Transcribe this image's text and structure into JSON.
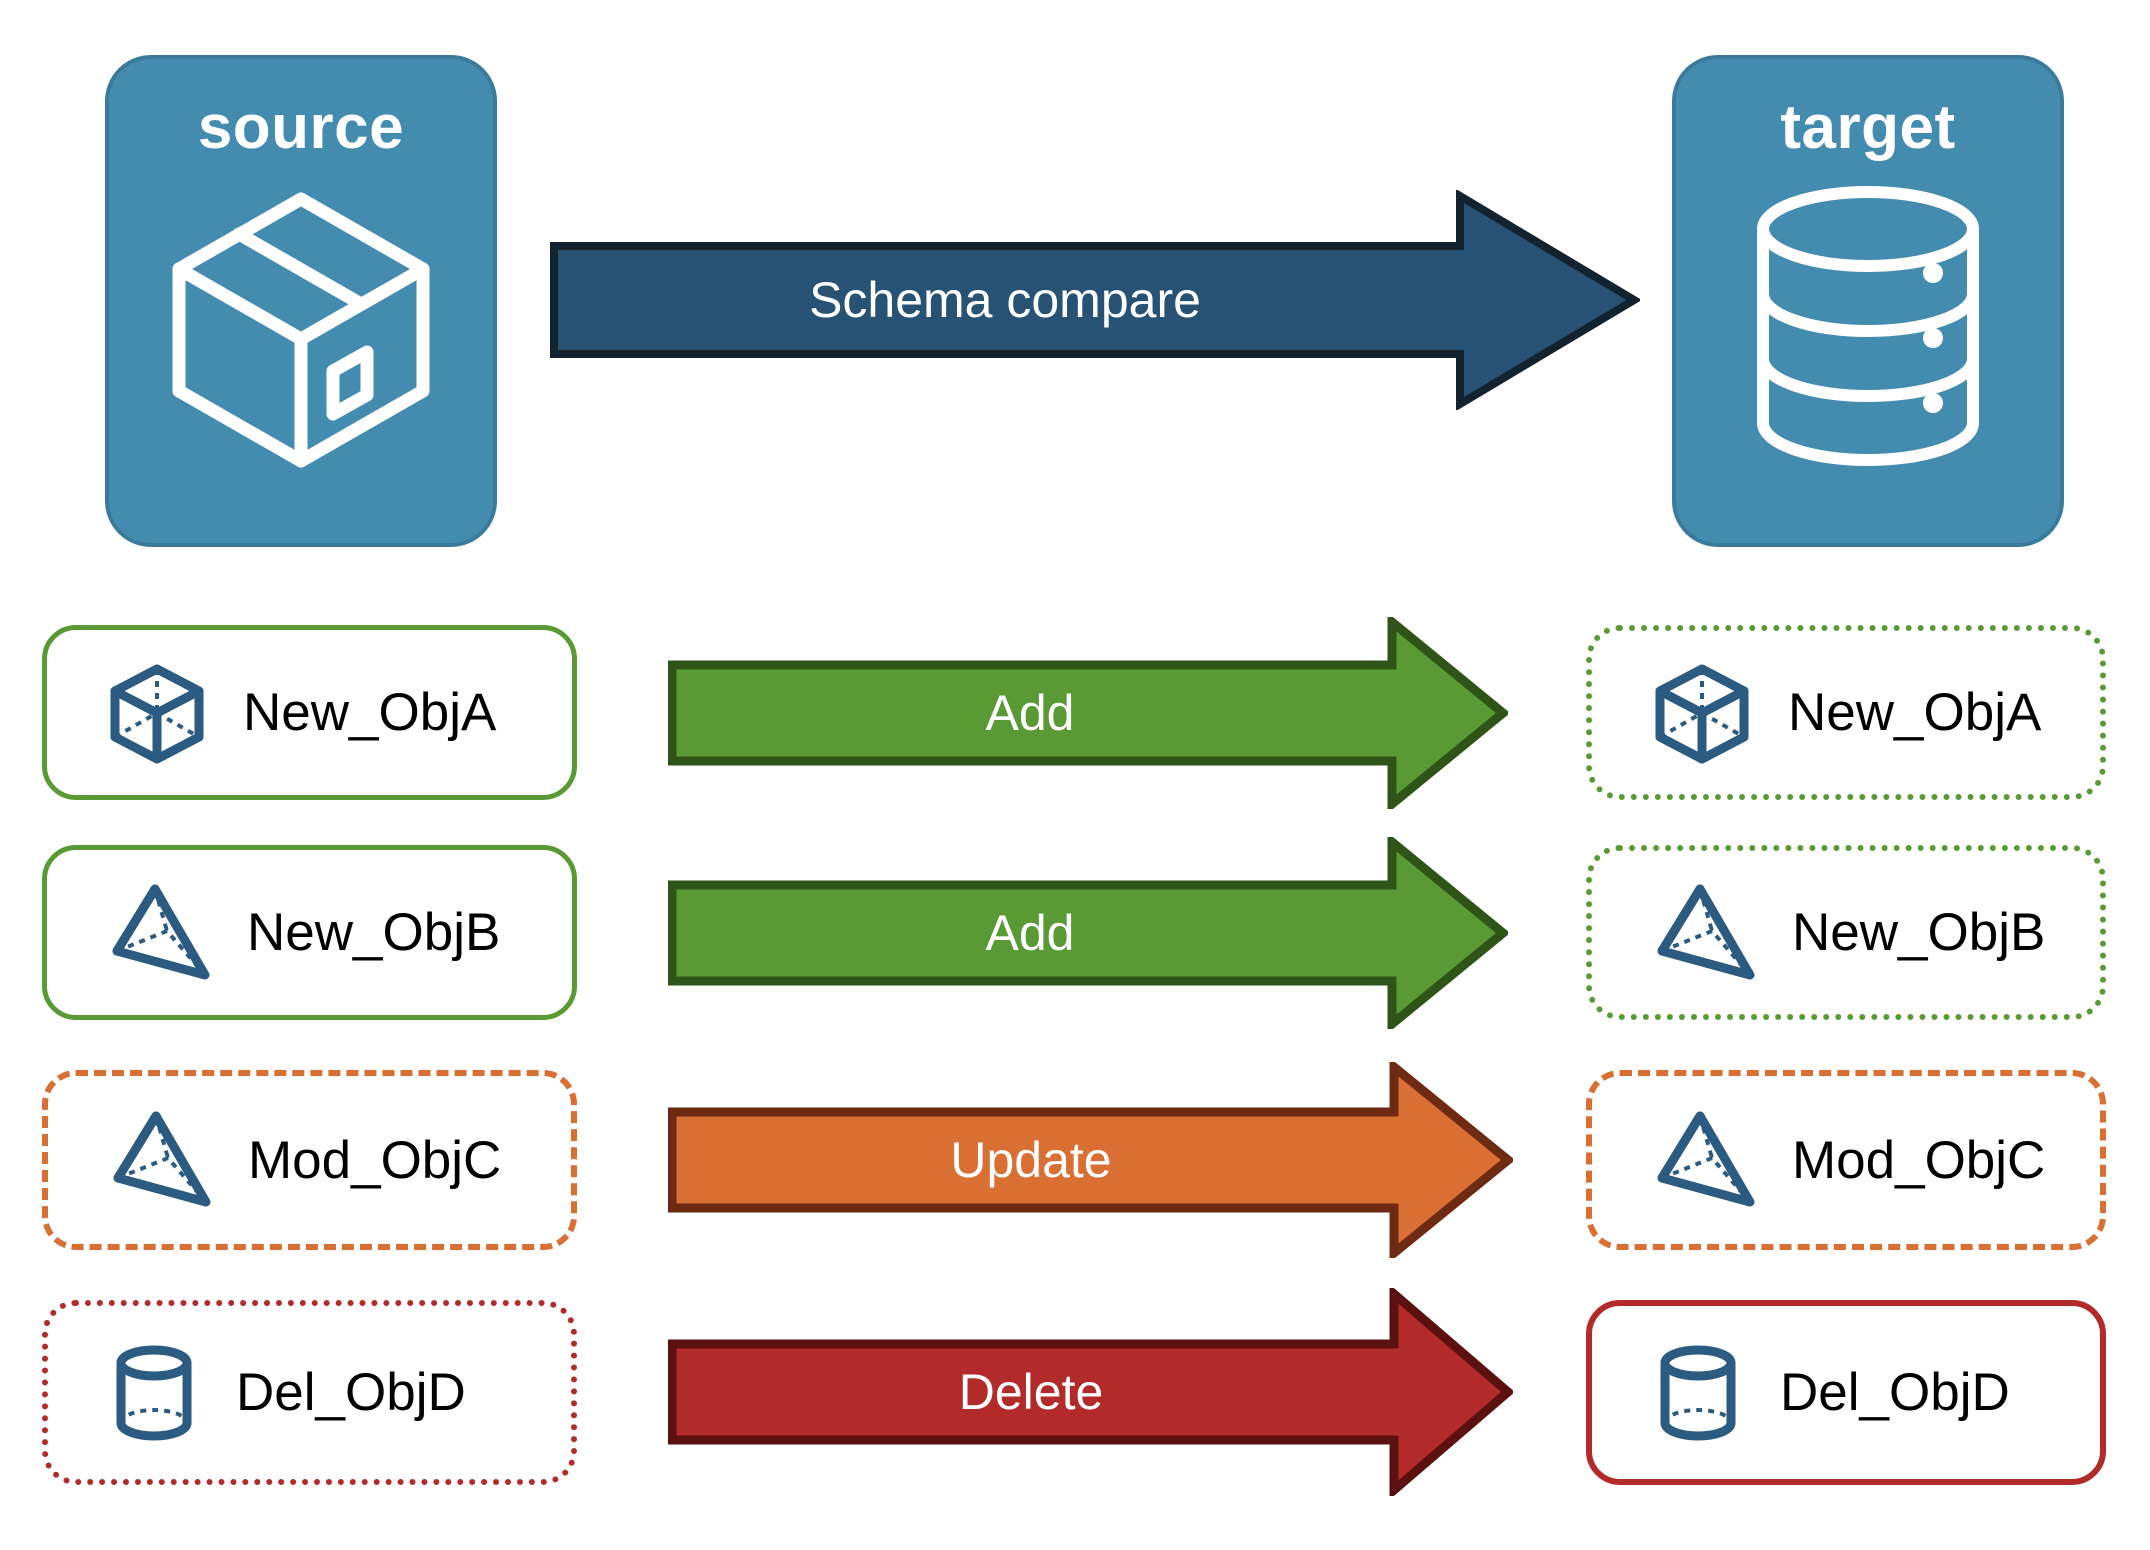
{
  "diagram": {
    "title": "Schema compare",
    "endpoints": [
      {
        "id": "source",
        "label": "source",
        "icon": "package-box-icon"
      },
      {
        "id": "target",
        "label": "target",
        "icon": "database-cylinder-icon"
      }
    ],
    "compare_arrow": {
      "label": "Schema compare",
      "color": "#275273",
      "outline": "#12232F",
      "text_color": "#FFFFFF"
    },
    "rows": [
      {
        "action": "Add",
        "action_color": "#5A9A34",
        "action_outline": "#2E5417",
        "source": {
          "label": "New_ObjA",
          "icon": "wireframe-cube-icon",
          "border_style": "solid",
          "border_color": "#5A9A34"
        },
        "target": {
          "label": "New_ObjA",
          "icon": "wireframe-cube-icon",
          "border_style": "dotted",
          "border_color": "#5A9A34"
        }
      },
      {
        "action": "Add",
        "action_color": "#5A9A34",
        "action_outline": "#2E5417",
        "source": {
          "label": "New_ObjB",
          "icon": "wireframe-pyramid-icon",
          "border_style": "solid",
          "border_color": "#5A9A34"
        },
        "target": {
          "label": "New_ObjB",
          "icon": "wireframe-pyramid-icon",
          "border_style": "dotted",
          "border_color": "#5A9A34"
        }
      },
      {
        "action": "Update",
        "action_color": "#D96F32",
        "action_outline": "#6E2A12",
        "source": {
          "label": "Mod_ObjC",
          "icon": "wireframe-pyramid-icon",
          "border_style": "dashed",
          "border_color": "#D96F32"
        },
        "target": {
          "label": "Mod_ObjC",
          "icon": "wireframe-pyramid-icon",
          "border_style": "dashed",
          "border_color": "#D96F32"
        }
      },
      {
        "action": "Delete",
        "action_color": "#B22A2A",
        "action_outline": "#5C1111",
        "source": {
          "label": "Del_ObjD",
          "icon": "wireframe-cylinder-icon",
          "border_style": "dotted",
          "border_color": "#B22A2A"
        },
        "target": {
          "label": "Del_ObjD",
          "icon": "wireframe-cylinder-icon",
          "border_style": "solid",
          "border_color": "#B22A2A"
        }
      }
    ],
    "colors": {
      "endpoint_fill": "#448CAF",
      "endpoint_stroke": "#3A7B9B",
      "icon_blue": "#2B5B80",
      "green": "#5A9A34",
      "orange": "#D96F32",
      "red": "#B22A2A",
      "dark_blue": "#275273",
      "background": "#FFFFFF"
    }
  }
}
